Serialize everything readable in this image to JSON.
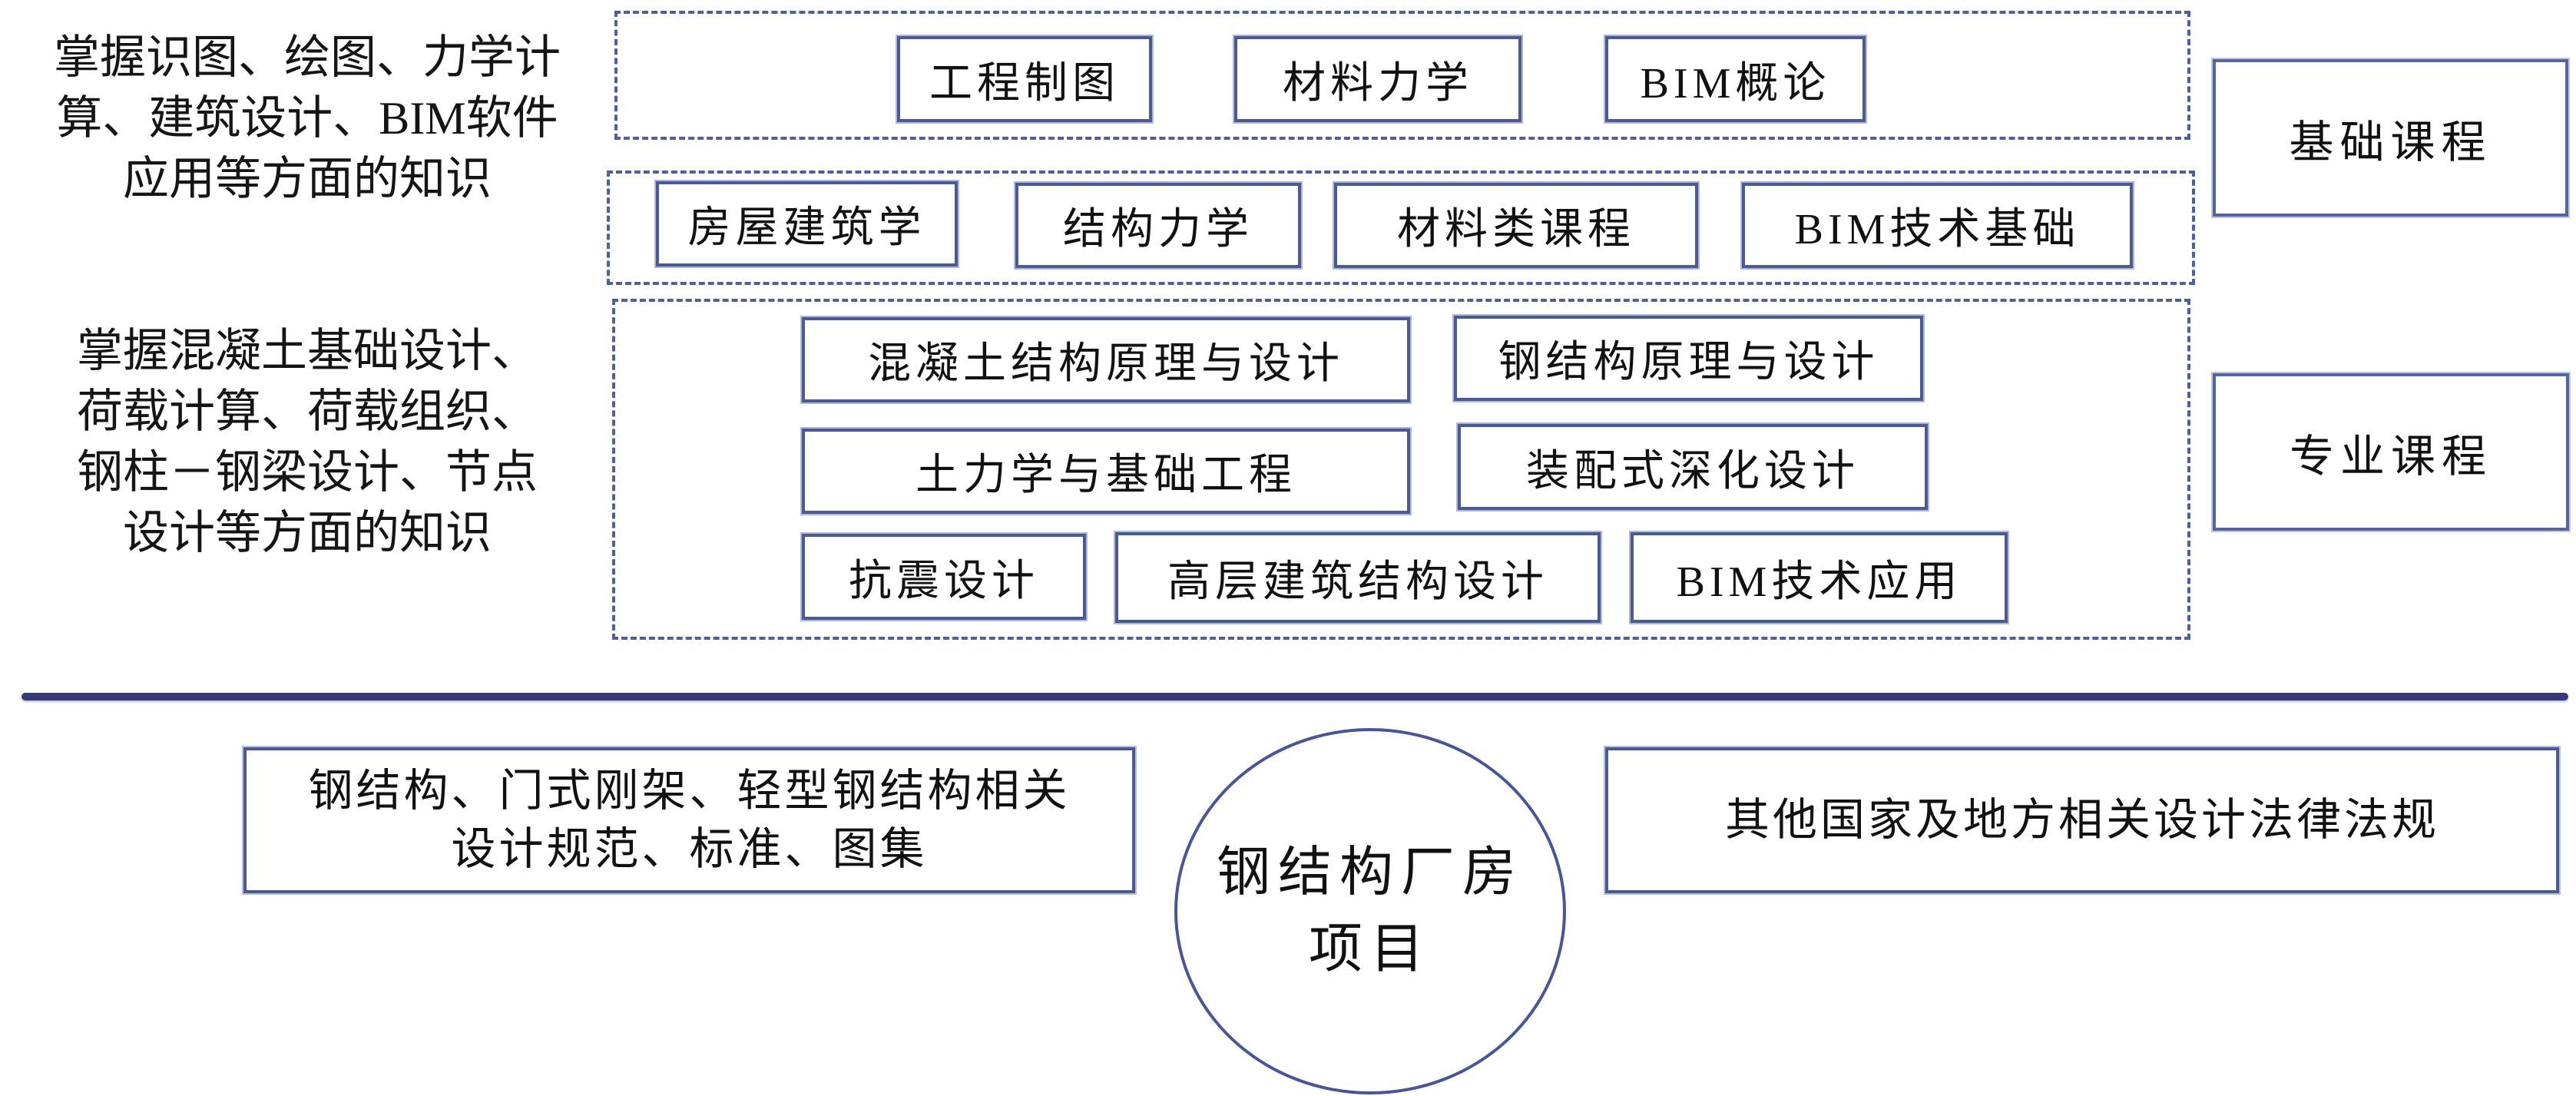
{
  "diagram": {
    "knowledge": {
      "basic": {
        "lines": [
          "掌握识图、绘图、力学计",
          "算、建筑设计、BIM软件",
          "应用等方面的知识"
        ]
      },
      "professional": {
        "lines": [
          "掌握混凝土基础设计、",
          "荷载计算、荷载组织、",
          "钢柱－钢梁设计、节点",
          "设计等方面的知识"
        ]
      }
    },
    "course_groups": [
      {
        "courses": [
          "工程制图",
          "材料力学",
          "BIM概论"
        ]
      },
      {
        "courses": [
          "房屋建筑学",
          "结构力学",
          "材料类课程",
          "BIM技术基础"
        ]
      },
      {
        "courses": [
          "混凝土结构原理与设计",
          "钢结构原理与设计",
          "土力学与基础工程",
          "装配式深化设计",
          "抗震设计",
          "高层建筑结构设计",
          "BIM技术应用"
        ]
      }
    ],
    "categories": {
      "basic": "基础课程",
      "professional": "专业课程"
    },
    "references": {
      "left_lines": [
        "钢结构、门式刚架、轻型钢结构相关",
        "设计规范、标准、图集"
      ],
      "right": "其他国家及地方相关设计法律法规"
    },
    "project": {
      "lines": [
        "钢结构厂房",
        "项目"
      ]
    },
    "colors": {
      "border": "#4b5997",
      "divider": "#363a78",
      "text": "#151515"
    }
  }
}
